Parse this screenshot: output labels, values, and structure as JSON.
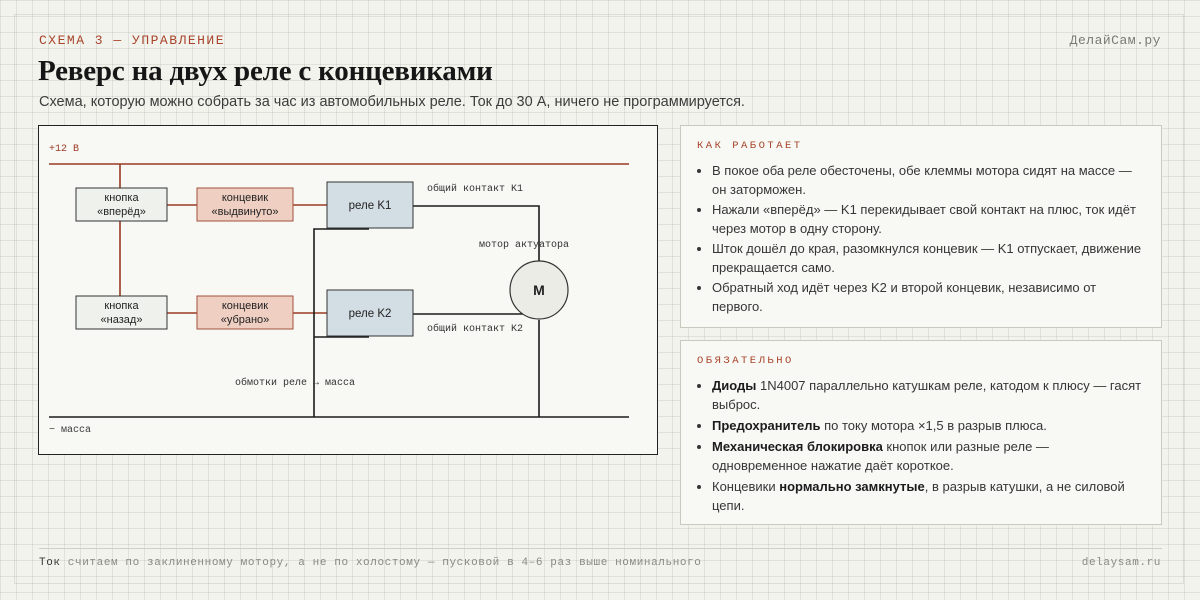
{
  "header": {
    "kicker": "СХЕМА 3 — УПРАВЛЕНИЕ",
    "brand": "ДелайСам.ру",
    "title": "Реверс на двух реле с концевиками",
    "subtitle": "Схема, которую можно собрать за час из автомобильных реле. Ток до 30 А, ничего не программируется."
  },
  "diagram": {
    "supply_label": "+12 В",
    "ground_label": "− масса",
    "button_fwd": [
      "кнопка",
      "«вперёд»"
    ],
    "button_back": [
      "кнопка",
      "«назад»"
    ],
    "limit_ext": [
      "концевик",
      "«выдвинуто»"
    ],
    "limit_ret": [
      "концевик",
      "«убрано»"
    ],
    "relay_k1": "реле K1",
    "relay_k2": "реле K2",
    "motor_symbol": "M",
    "motor_label": "мотор актуатора",
    "common_k1": "общий контакт K1",
    "common_k2": "общий контакт K2",
    "coils_label": "обмотки реле → масса",
    "colors": {
      "supply_wire": "#9a3a24",
      "ground_wire": "#1c1c1c",
      "button_fill": "#eef1ec",
      "limit_fill": "#efcfc2",
      "relay_fill": "#d3dde4",
      "motor_fill": "#ecece6"
    }
  },
  "how_it_works": {
    "heading": "КАК РАБОТАЕТ",
    "items": [
      "В покое оба реле обесточены, обе клеммы мотора сидят на массе — он заторможен.",
      "Нажали «вперёд» — K1 перекидывает свой контакт на плюс, ток идёт через мотор в одну сторону.",
      "Шток дошёл до края, разомкнулся концевик — K1 отпускает, движение прекращается само.",
      "Обратный ход идёт через K2 и второй концевик, независимо от первого."
    ]
  },
  "mandatory": {
    "heading": "ОБЯЗАТЕЛЬНО",
    "items": [
      {
        "bold": "Диоды",
        "rest": " 1N4007 параллельно катушкам реле, катодом к плюсу — гасят выброс."
      },
      {
        "bold": "Предохранитель",
        "rest": " по току мотора ×1,5 в разрыв плюса."
      },
      {
        "bold": "Механическая блокировка",
        "rest": " кнопок или разные реле — одновременное нажатие даёт короткое."
      },
      {
        "pre": "Концевики ",
        "bold": "нормально замкнутые",
        "rest": ", в разрыв катушки, а не силовой цепи."
      }
    ]
  },
  "footer": {
    "note_bold": "Ток",
    "note_rest": " считаем по заклиненному мотору, а не по холостому — пусковой в 4–6 раз выше номинального",
    "url": "delaysam.ru"
  }
}
